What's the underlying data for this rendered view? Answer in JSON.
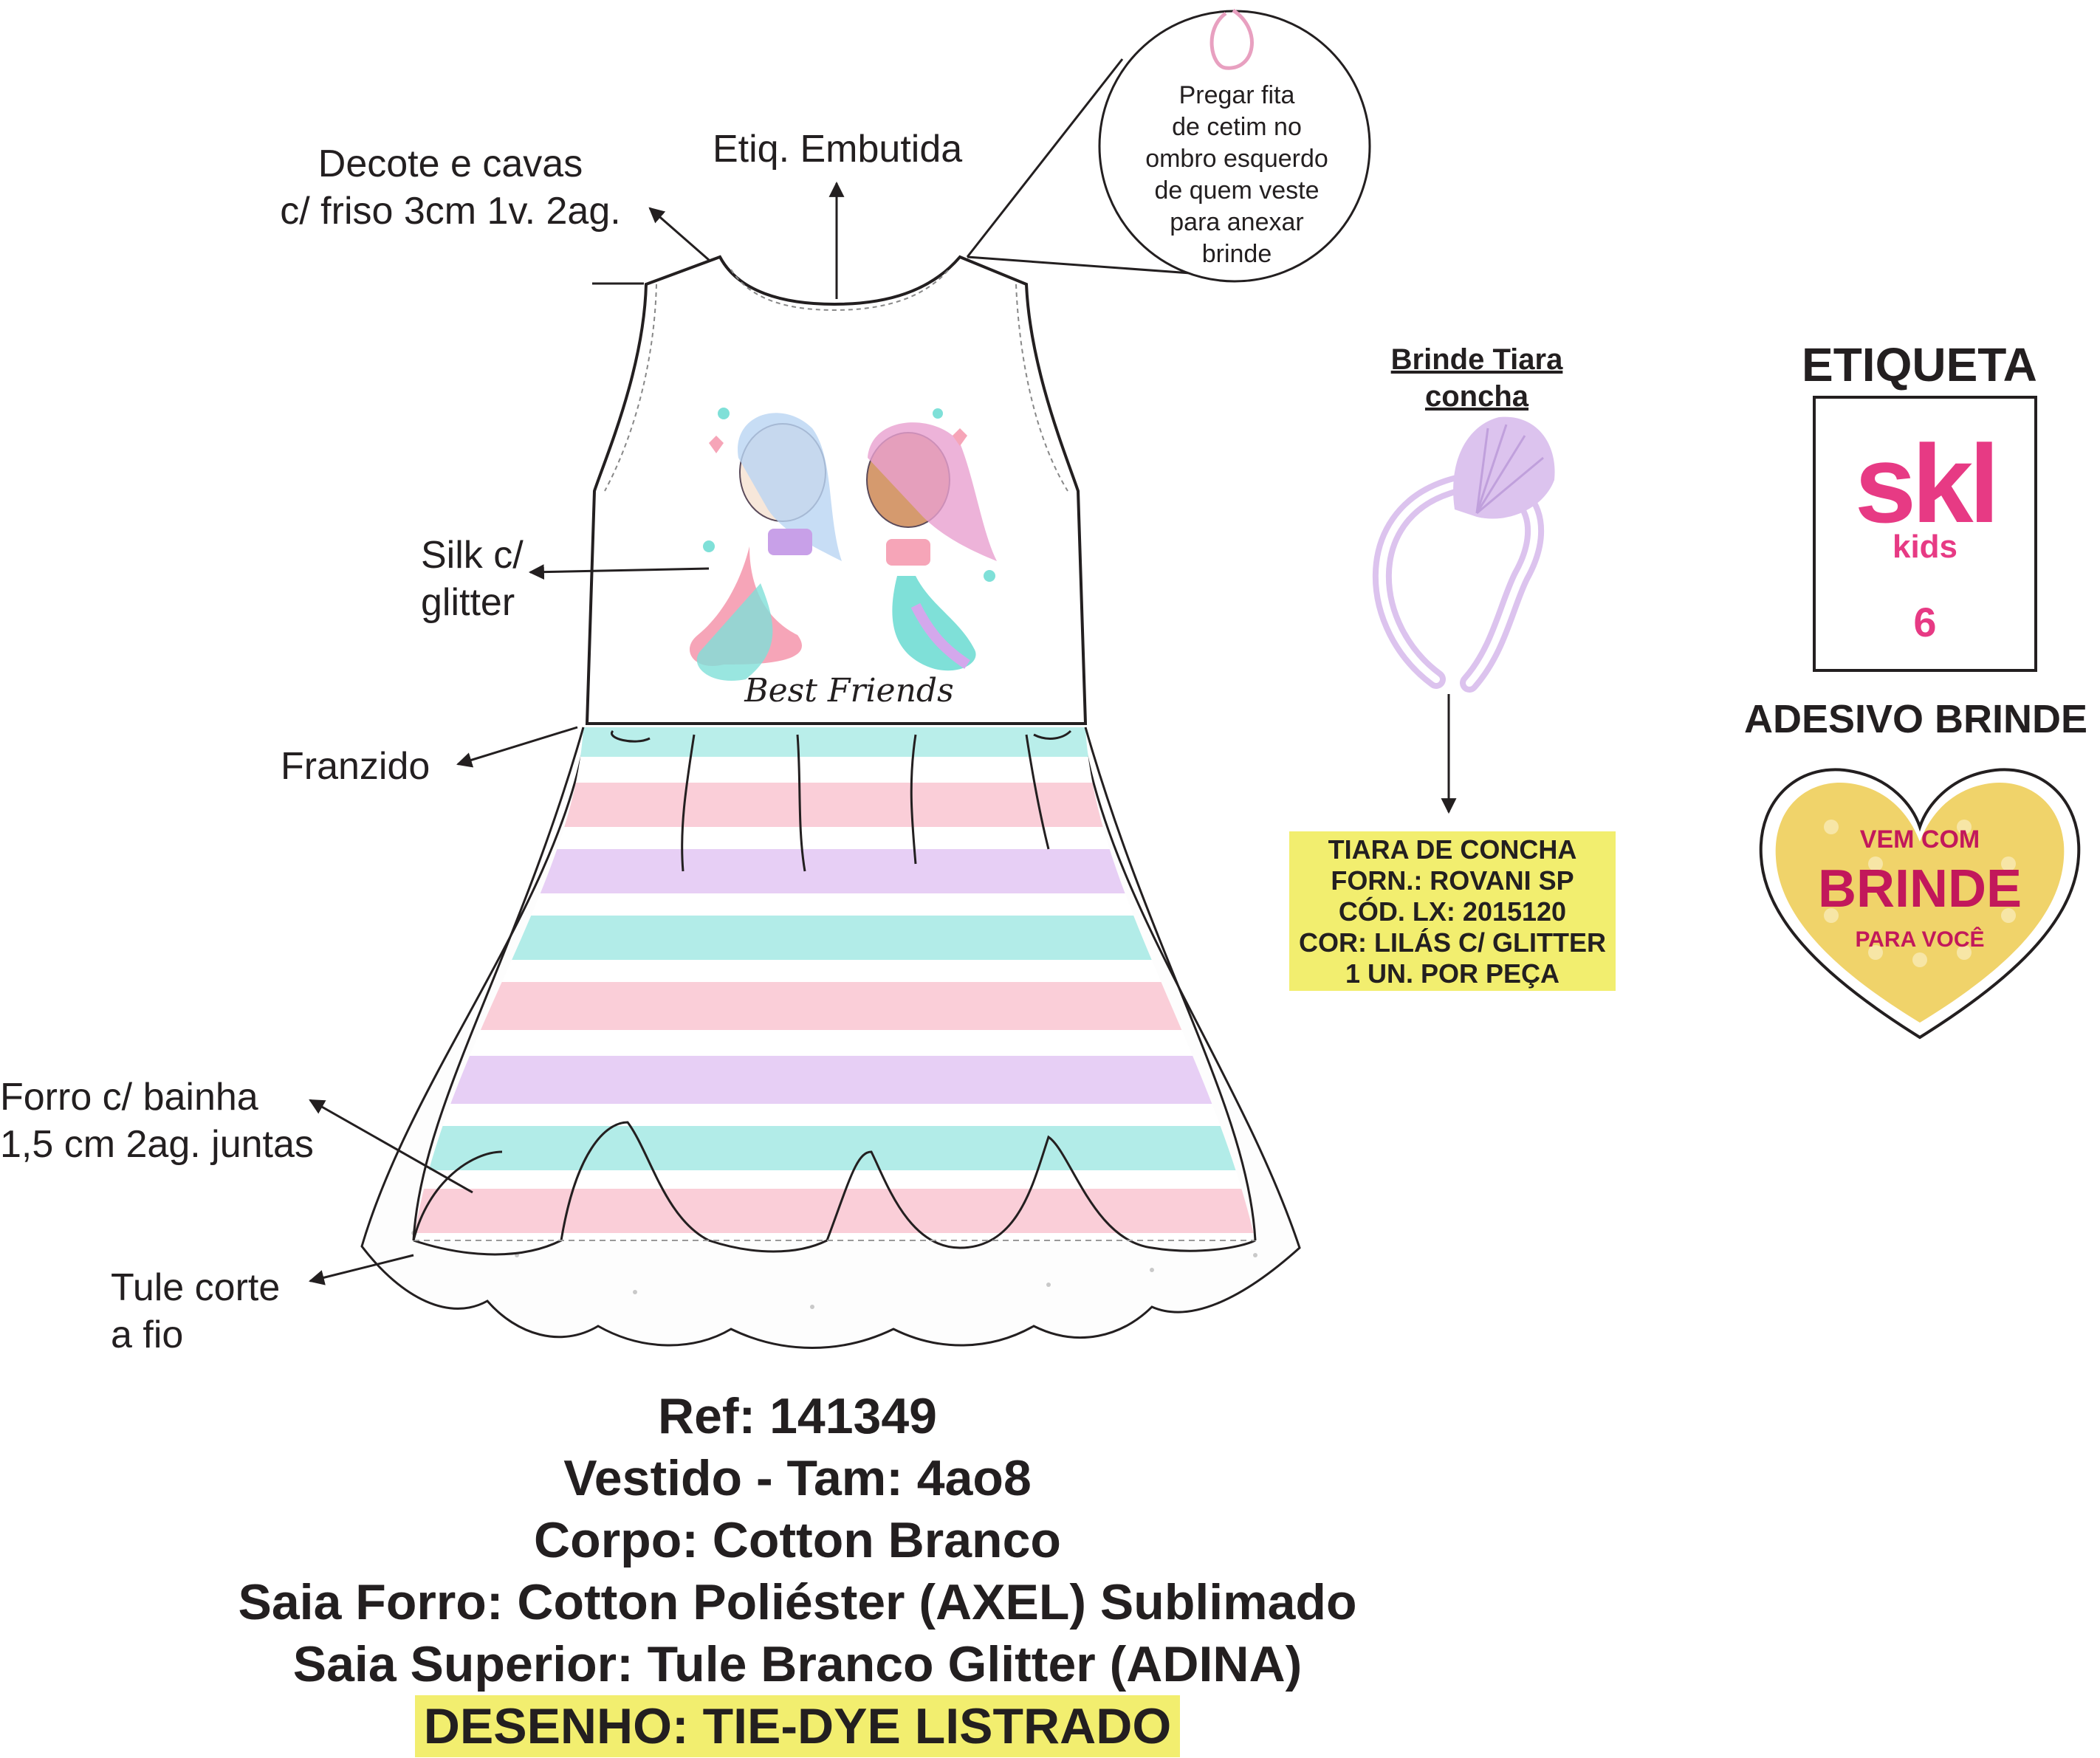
{
  "callouts": {
    "neckline": [
      "Decote e cavas",
      "c/ friso 3cm 1v. 2ag."
    ],
    "label": "Etiq. Embutida",
    "ribbon": [
      "Pregar fita",
      "de cetim no",
      "ombro esquerdo",
      "de quem veste",
      "para anexar",
      "brinde"
    ],
    "silk": [
      "Silk c/",
      "glitter"
    ],
    "gathered": "Franzido",
    "lining": [
      "Forro c/ bainha",
      "1,5 cm 2ag. juntas"
    ],
    "tulle": [
      "Tule corte",
      "a fio"
    ]
  },
  "print": {
    "text": "Best Friends"
  },
  "gift": {
    "title": [
      "Brinde Tiara",
      "concha"
    ],
    "info": [
      "TIARA DE CONCHA",
      "FORN.: ROVANI SP",
      "CÓD. LX: 2015120",
      "COR: LILÁS C/ GLITTER",
      "1 UN. POR PEÇA"
    ]
  },
  "tag": {
    "title": "ETIQUETA",
    "brand": "skl",
    "sub": "kids",
    "size": "6"
  },
  "sticker": {
    "title": "ADESIVO BRINDE",
    "line1": "VEM COM",
    "line2": "BRINDE",
    "line3": "PARA VOCÊ"
  },
  "spec": {
    "ref": "Ref: 141349",
    "item": "Vestido - Tam: 4ao8",
    "body": "Corpo: Cotton Branco",
    "lining": "Saia Forro: Cotton Poliéster (AXEL) Sublimado",
    "top": "Saia Superior: Tule Branco Glitter (ADINA)",
    "design": "DESENHO: TIE-DYE LISTRADO"
  },
  "colors": {
    "pink": "#f6a5b8",
    "lilac": "#d4a8ec",
    "aqua": "#7fe0d8",
    "highlight": "#f2ee6f",
    "brand": "#e73a84",
    "sticker": "#f0d36a",
    "shell": "#dcc3ee"
  }
}
